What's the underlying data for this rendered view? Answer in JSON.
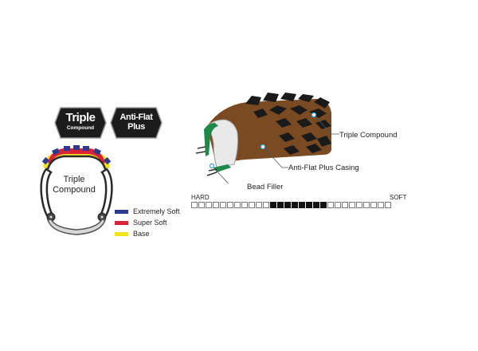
{
  "badges": {
    "triple_title": "Triple",
    "triple_sub": "Compound",
    "antiflat_line1": "Anti-Flat",
    "antiflat_line2": "Plus"
  },
  "cross_section": {
    "label_line1": "Triple",
    "label_line2": "Compound"
  },
  "legend": [
    {
      "label": "Extremely Soft",
      "color": "#2b3a8c"
    },
    {
      "label": "Super Soft",
      "color": "#d9223a"
    },
    {
      "label": "Base",
      "color": "#f4e21a"
    }
  ],
  "callouts": {
    "triple_compound": "Triple Compound",
    "anti_flat_casing": "Anti-Flat Plus Casing",
    "bead_filler": "Bead Filler"
  },
  "hardness_scale": {
    "hard_label": "HARD",
    "soft_label": "SOFT",
    "total_cells": 28,
    "filled_cells": [
      11,
      12,
      13,
      14,
      15,
      16,
      17,
      18
    ]
  },
  "colors": {
    "badge_fill": "#1c1c1c",
    "tread": "#1a1a1a",
    "casing": "#7a4a22",
    "bead": "#1e8a4a",
    "accent_dot": "#3aa7d8"
  }
}
